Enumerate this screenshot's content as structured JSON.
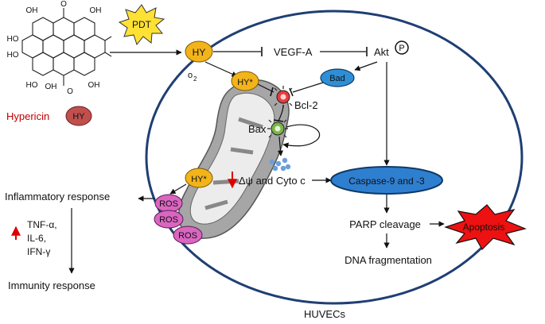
{
  "molecule": {
    "substituents": [
      "OH",
      "O",
      "OH",
      "HO",
      "HO",
      "HO",
      "OH",
      "O",
      "OH"
    ],
    "name": "Hypericin",
    "abbrev": "HY"
  },
  "trigger": {
    "label": "PDT"
  },
  "cell": {
    "name": "HUVECs",
    "hy_label": "HY",
    "hy_excited": "HY*",
    "oxygen_base": "o",
    "oxygen_sub": "2",
    "vegf": "VEGF-A",
    "akt": "Akt",
    "phospho": "P",
    "bad": "Bad",
    "bcl2": "Bcl-2",
    "bax": "Bax",
    "cyto": "Δψ and Cyto c",
    "caspase": "Caspase-9 and -3",
    "parp": "PARP cleavage",
    "dna": "DNA fragmentation",
    "apoptosis": "Apoptosis",
    "ros": [
      "ROS",
      "ROS",
      "ROS"
    ]
  },
  "outside": {
    "inflammatory": "Inflammatory response",
    "cytokines": [
      "TNF-α,",
      "IL-6,",
      "IFN-γ"
    ],
    "immunity": "Immunity response"
  },
  "colors": {
    "hy_gold": "#f3b41b",
    "hy_molecule_red": "#c0504d",
    "bad_blue": "#2e8fd6",
    "caspase_blue": "#2f7fd0",
    "ros_pink": "#d966c0",
    "apoptosis_red": "#ee1111",
    "pdt_yellow": "#ffe135",
    "cell_border": "#1f3f73",
    "mito_gray": "#9a9a9a",
    "text_red": "#c00000"
  }
}
